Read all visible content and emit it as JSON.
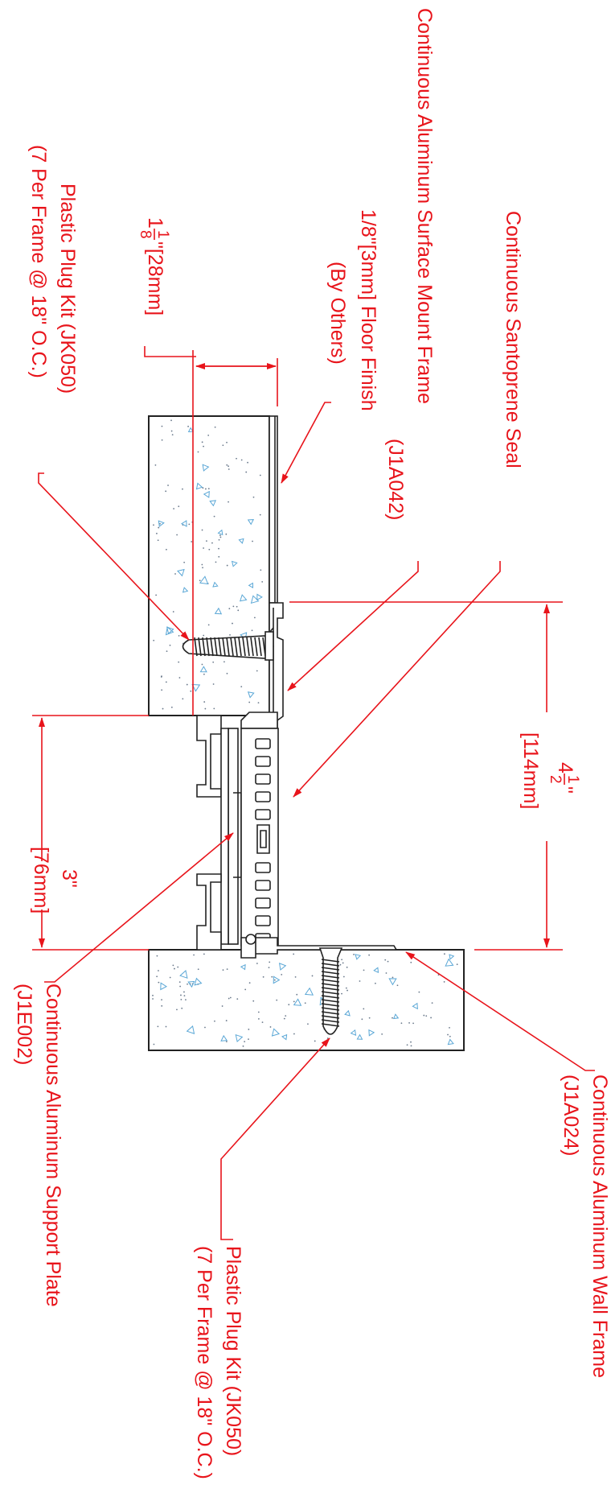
{
  "labels": {
    "wall_frame": "Continuous Aluminum  Wall Frame",
    "wall_frame_part": "(J1A024)",
    "plug_kit_bottom": "Plastic Plug Kit (JK050)",
    "plug_kit_bottom_qty": "(7 Per Frame @ 18\" O.C.)",
    "support_plate": "Continuous Aluminum Support Plate",
    "support_plate_part": "(J1E002)",
    "santoprene_seal": "Continuous Santoprene Seal",
    "surface_frame": "Continuous Aluminum  Surface Mount Frame",
    "surface_frame_part": "(J1A042)",
    "floor_finish": "1/8\"[3mm] Floor Finish",
    "floor_finish_by": "(By Others)",
    "plug_kit_top": "Plastic Plug Kit (JK050)",
    "plug_kit_top_qty": "(7 Per Frame @ 18\" O.C.)"
  },
  "dimensions": {
    "floor_depth_whole": "1",
    "floor_depth_num": "1",
    "floor_depth_den": "8",
    "floor_depth_rest": "\"[28mm]",
    "joint_width": "3\"",
    "joint_width_mm": "[76mm]",
    "overall_whole": "4",
    "overall_num": "1",
    "overall_den": "2",
    "overall_inch": "\"",
    "overall_mm": "[114mm]"
  },
  "colors": {
    "annotation": "#e8141b",
    "linework": "#222222",
    "aggregate": "#5aa7d6"
  }
}
